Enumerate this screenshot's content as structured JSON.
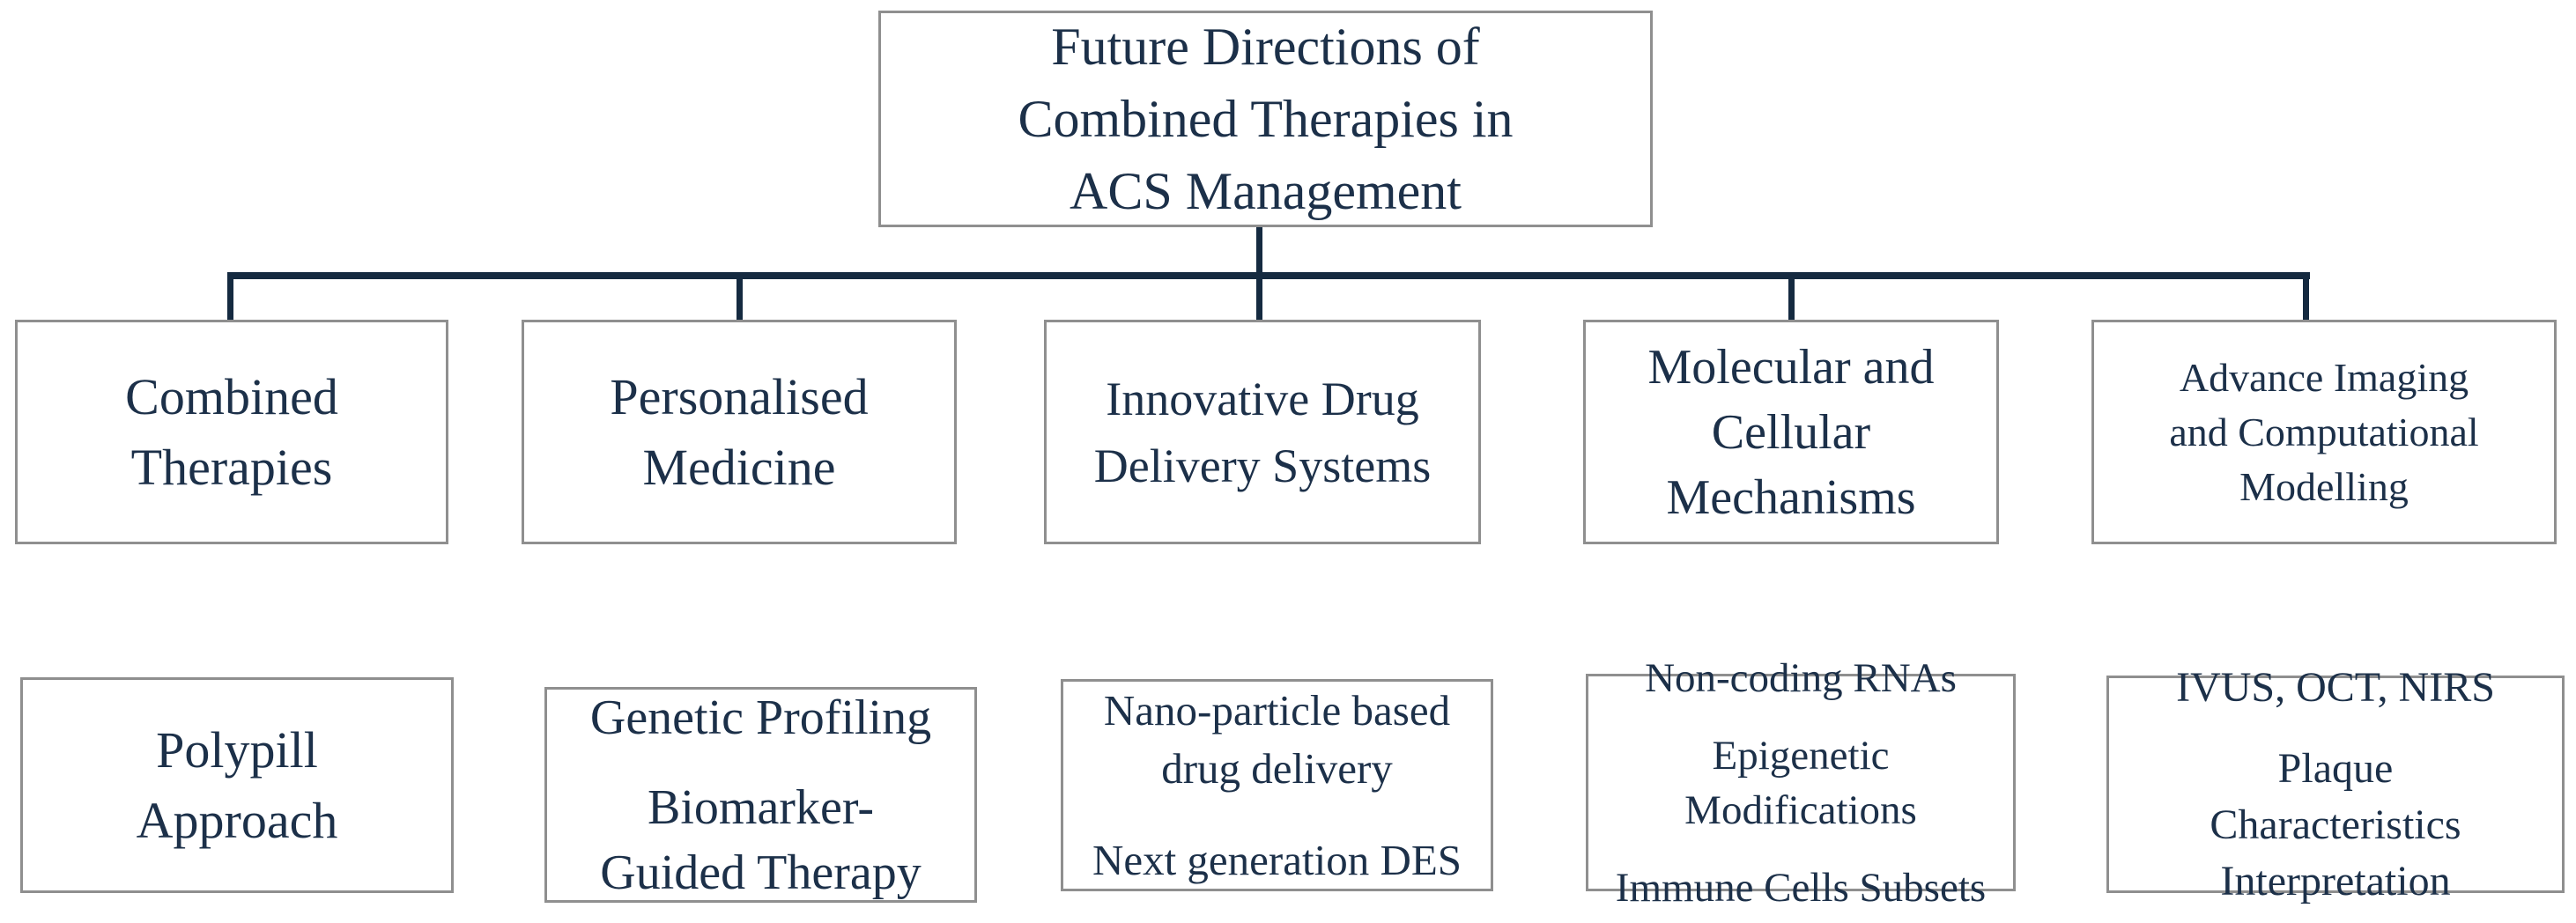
{
  "palette": {
    "text": "#1c3049",
    "connector": "#152a40",
    "box_border": "#8f8f8f",
    "background": "#ffffff"
  },
  "diagram": {
    "root": {
      "label": "Future Directions of\nCombined Therapies in\nACS Management"
    },
    "branches": [
      {
        "label": "Combined\nTherapies"
      },
      {
        "label": "Personalised\nMedicine"
      },
      {
        "label": "Innovative Drug\nDelivery Systems"
      },
      {
        "label": "Molecular and\nCellular\nMechanisms"
      },
      {
        "label": "Advance Imaging\nand Computational\nModelling"
      }
    ],
    "details": [
      {
        "paragraphs": [
          "Polypill\nApproach"
        ]
      },
      {
        "paragraphs": [
          "Genetic Profiling",
          "Biomarker-\nGuided Therapy"
        ]
      },
      {
        "paragraphs": [
          "Nano-particle based\ndrug delivery",
          "Next generation DES"
        ]
      },
      {
        "paragraphs": [
          "Non-coding RNAs",
          "Epigenetic\nModifications",
          "Immune Cells Subsets"
        ]
      },
      {
        "paragraphs": [
          "IVUS, OCT, NIRS",
          "Plaque\nCharacteristics\nInterpretation"
        ]
      }
    ]
  }
}
